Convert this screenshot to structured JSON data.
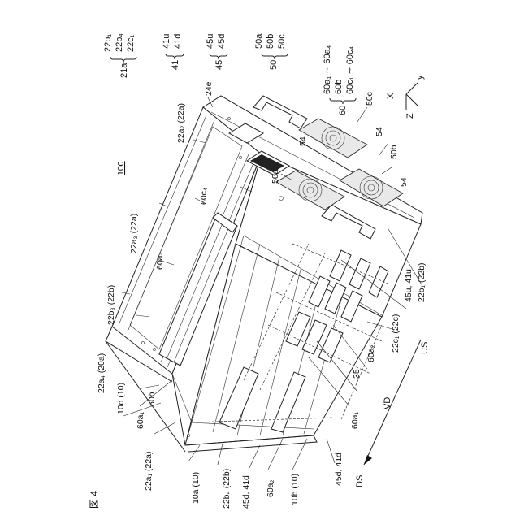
{
  "figure_label": "図 4",
  "device_label": "100",
  "legend": {
    "g21": {
      "head": "21a",
      "items": [
        "22b₁",
        "22b₄",
        "22c₁"
      ]
    },
    "g41": {
      "head": "41",
      "items": [
        "41u",
        "41d"
      ]
    },
    "g45": {
      "head": "45",
      "items": [
        "45u",
        "45d"
      ]
    },
    "g50": {
      "head": "50",
      "items": [
        "50a",
        "50b",
        "50c"
      ]
    },
    "g60": {
      "head": "60",
      "items": [
        "60a₁ ∼ 60a₄",
        "60b",
        "60c₁ ∼ 60c₄"
      ]
    }
  },
  "axes": {
    "x": "X",
    "y": "y",
    "z": "Z"
  },
  "direction": {
    "vd": "VD",
    "us": "US",
    "ds": "DS"
  },
  "labels": {
    "l_24e": "24e",
    "l_22a2": "22a₂ (22a)",
    "l_50c": "50c",
    "l_54a": "54",
    "l_54b": "54",
    "l_54c": "54",
    "l_50b": "50b",
    "l_50a": "50a",
    "l_60c4": "60c₄",
    "l_22a3": "22a₃ (22a)",
    "l_60a4": "60a₄",
    "l_22b3": "22b₃ (22b)",
    "l_22a4": "22a₄ (20a)",
    "l_10d": "10d (10)",
    "l_60b": "60b",
    "l_60a1l": "60a₁",
    "l_22a1": "22a₁ (22a)",
    "l_10a": "10a (10)",
    "l_22b4": "22b₄ (22b)",
    "l_45d41d_l": "45d, 41d",
    "l_60a2l": "60a₂",
    "l_10b": "10b (10)",
    "l_45d41d_r": "45d, 41d",
    "l_60a1r": "60a₁",
    "l_35": "35",
    "l_60a2r": "60a₂",
    "l_22c1": "22c₁ (22c)",
    "l_45u41u": "45u, 41u",
    "l_22b1": "22b₁ (22b)"
  }
}
